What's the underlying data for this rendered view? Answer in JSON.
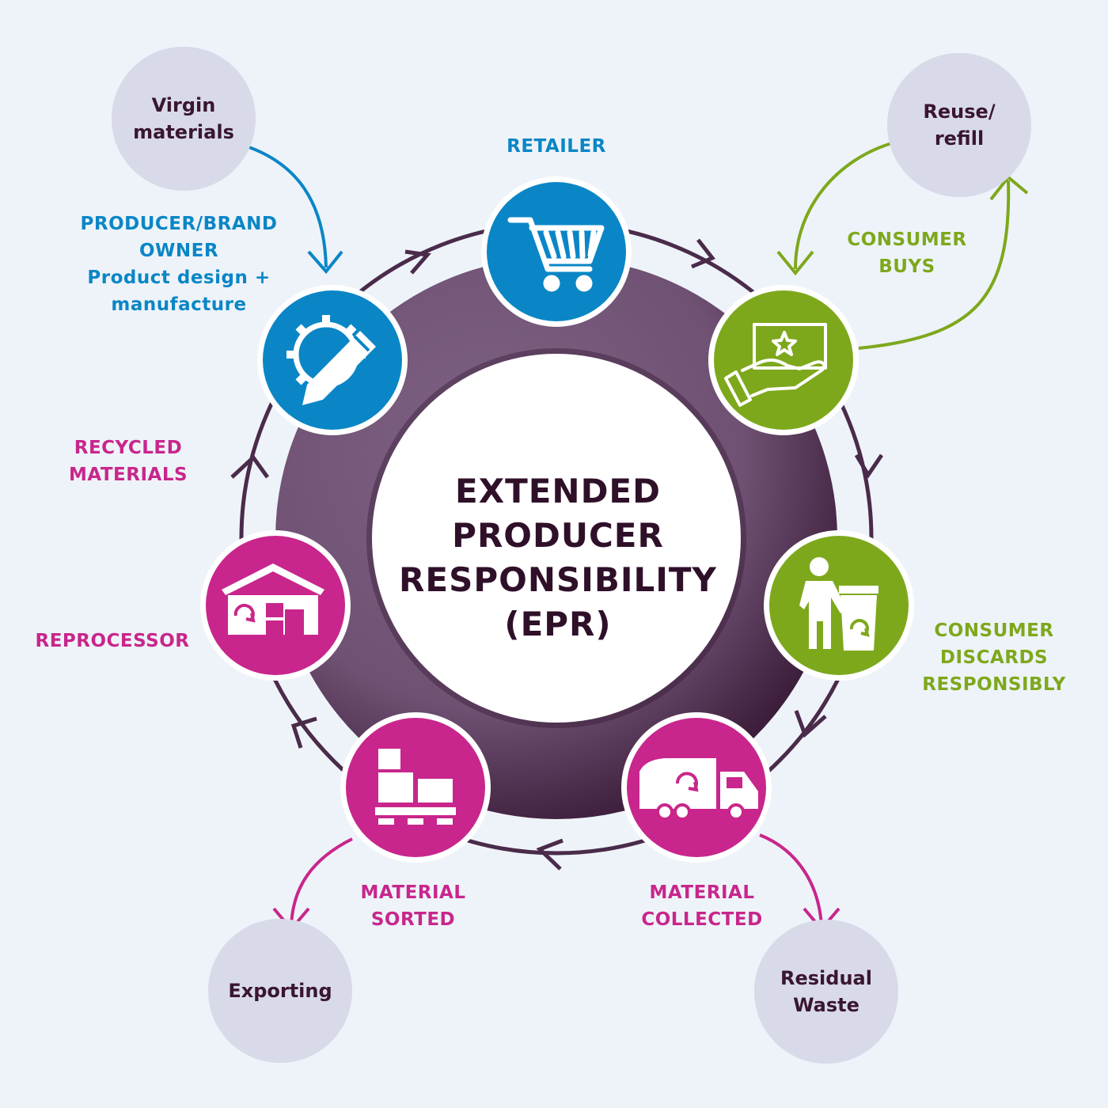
{
  "colors": {
    "background": "#eef3f9",
    "ring": "#74587a",
    "ring_shadow": "#2e0f2b",
    "cycle_arrows": "#4a2b4a",
    "blue": "#0a86c6",
    "green": "#7ea81c",
    "magenta": "#c8268c",
    "grey_node": "#d8daea",
    "dark_text": "#3a1630"
  },
  "center": {
    "lines": [
      "EXTENDED",
      "PRODUCER",
      "RESPONSIBILITY",
      "(EPR)"
    ]
  },
  "stages": {
    "retailer": {
      "lines": [
        "RETAILER"
      ],
      "icon": "shopping-cart-icon"
    },
    "consumer_buys": {
      "lines": [
        "CONSUMER",
        "BUYS"
      ],
      "icon": "hand-receiving-box-icon"
    },
    "consumer_discards": {
      "lines": [
        "CONSUMER",
        "DISCARDS",
        "RESPONSIBLY"
      ],
      "icon": "person-recycling-bin-icon"
    },
    "material_collected": {
      "lines": [
        "MATERIAL",
        "COLLECTED"
      ],
      "icon": "recycling-truck-icon"
    },
    "material_sorted": {
      "lines": [
        "MATERIAL",
        "SORTED"
      ],
      "icon": "boxes-on-pallet-icon"
    },
    "reprocessor": {
      "lines": [
        "REPROCESSOR"
      ],
      "icon": "recycling-warehouse-icon"
    },
    "producer": {
      "lines": [
        "PRODUCER/BRAND",
        "OWNER",
        "Product design +",
        "manufacture"
      ],
      "icon": "gear-pencil-icon"
    }
  },
  "flow_labels": {
    "recycled_materials": {
      "lines": [
        "RECYCLED",
        "MATERIALS"
      ]
    }
  },
  "side_nodes": {
    "virgin_materials": {
      "lines": [
        "Virgin",
        "materials"
      ]
    },
    "reuse_refill": {
      "lines": [
        "Reuse/",
        "refill"
      ]
    },
    "exporting": {
      "lines": [
        "Exporting"
      ]
    },
    "residual_waste": {
      "lines": [
        "Residual",
        "Waste"
      ]
    }
  }
}
